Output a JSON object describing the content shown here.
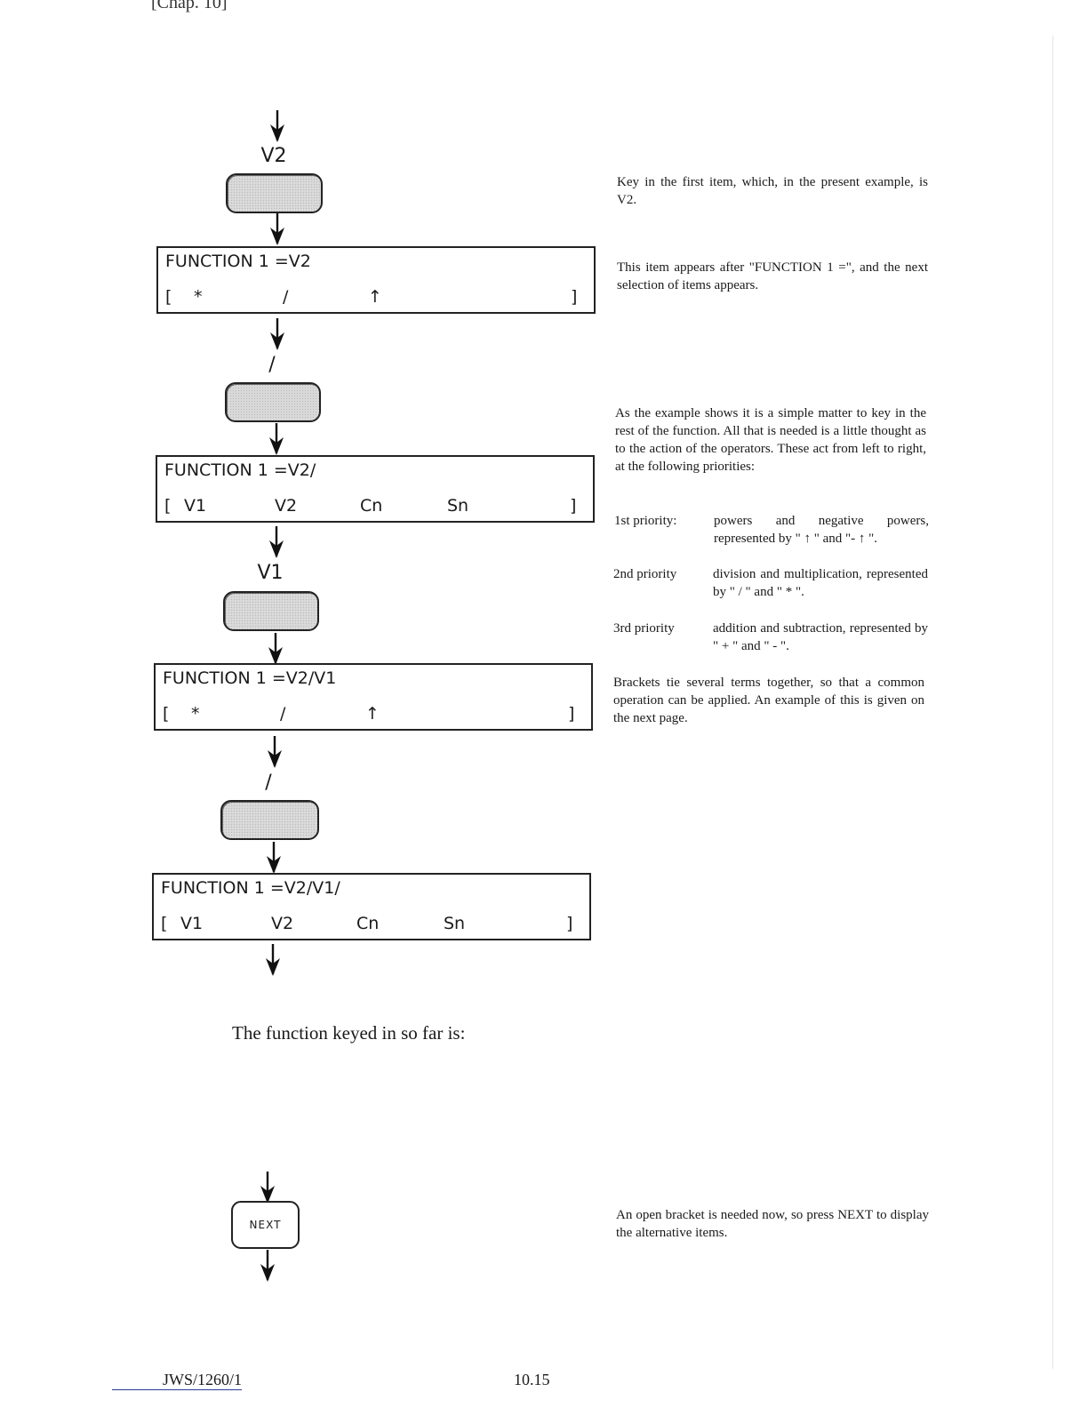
{
  "header_fragment": "[Chap. 10]",
  "steps": [
    {
      "key_label": "V2"
    },
    {
      "display": {
        "line1": "FUNCTION 1 =V2",
        "tokens": [
          "[",
          "*",
          "/",
          "↑",
          "]"
        ]
      }
    },
    {
      "key_label": "/"
    },
    {
      "display": {
        "line1": "FUNCTION 1 =V2/",
        "tokens": [
          "[",
          "V1",
          "V2",
          "Cn",
          "Sn",
          "]"
        ]
      }
    },
    {
      "key_label": "V1"
    },
    {
      "display": {
        "line1": "FUNCTION 1 =V2/V1",
        "tokens": [
          "[",
          "*",
          "/",
          "↑",
          "]"
        ]
      }
    },
    {
      "key_label": "/"
    },
    {
      "display": {
        "line1": "FUNCTION 1 =V2/V1/",
        "tokens": [
          "[",
          "V1",
          "V2",
          "Cn",
          "Sn",
          "]"
        ]
      }
    }
  ],
  "descriptions": {
    "key_first_item": "Key in the first item, which, in the present example, is V2.",
    "item_appears": "This item appears after \"FUNCTION 1 =\", and the next selection of items appears.",
    "simple_matter": "As the example shows it is a simple matter to key in the rest of the function. All that is needed is a little thought as to the action of the operators. These act from left to right, at the following priorities:",
    "priorities": [
      {
        "label": "1st priority:",
        "text": "powers and negative powers, represented by \" ↑ \" and \"- ↑ \"."
      },
      {
        "label": "2nd priority",
        "text": "division and multiplication, represented by \" / \" and \" * \"."
      },
      {
        "label": "3rd priority",
        "text": "addition and subtraction, represented by \" + \" and \" - \"."
      }
    ],
    "brackets": "Brackets tie several terms together, so that a common operation can be applied. An example of this is given on the next page.",
    "open_bracket": "An open bracket is needed now, so press NEXT to display the alternative items."
  },
  "caption": "The function keyed in so far is:",
  "next_key_label": "NEXT",
  "footer": {
    "doc_id": "JWS/1260/1",
    "page_number": "10.15"
  }
}
